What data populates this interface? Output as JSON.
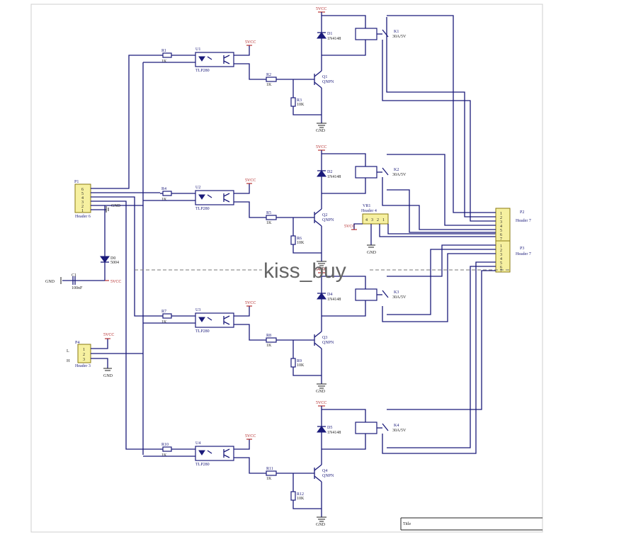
{
  "labels": {
    "supply": "5VCC",
    "ground": "GND",
    "watermark": "kiss_buy",
    "title_block": "Title"
  },
  "connectors": {
    "p1": {
      "ref": "P1",
      "name": "Header 6",
      "pins": [
        "6",
        "5",
        "4",
        "3",
        "2",
        "1"
      ]
    },
    "p2": {
      "ref": "P2",
      "name": "Header 7",
      "pins": [
        "1",
        "2",
        "3",
        "4",
        "5",
        "6",
        "7"
      ]
    },
    "p3": {
      "ref": "P3",
      "name": "Header 7",
      "pins": [
        "1",
        "2",
        "3",
        "4",
        "5",
        "6",
        "7"
      ]
    },
    "p4": {
      "ref": "P4",
      "name": "Header 3",
      "pins": [
        "1",
        "2",
        "3"
      ],
      "side_l": "L",
      "side_h": "H"
    },
    "vr1": {
      "ref": "VR1",
      "name": "Header 4",
      "pins": [
        "4",
        "3",
        "2",
        "1"
      ]
    }
  },
  "power_section": {
    "d0_ref": "D0",
    "d0_value": "5004",
    "c1_ref": "C1",
    "c1_value": "100nF"
  },
  "channels": [
    {
      "u": "U1",
      "opto": "TLP280",
      "r_in": "R1",
      "r_in_val": "1K",
      "r_b": "R2",
      "r_b_val": "1K",
      "r_pd": "R3",
      "r_pd_val": "10K",
      "q": "Q1",
      "q_type": "QNPN",
      "d": "D1",
      "d_type": "1N4148",
      "k": "K1",
      "k_val": "30A/5V"
    },
    {
      "u": "U2",
      "opto": "TLP280",
      "r_in": "R4",
      "r_in_val": "1K",
      "r_b": "R5",
      "r_b_val": "1K",
      "r_pd": "R6",
      "r_pd_val": "10K",
      "q": "Q2",
      "q_type": "QNPN",
      "d": "D2",
      "d_type": "1N4148",
      "k": "K2",
      "k_val": "30A/5V"
    },
    {
      "u": "U3",
      "opto": "TLP280",
      "r_in": "R7",
      "r_in_val": "1K",
      "r_b": "R8",
      "r_b_val": "1K",
      "r_pd": "R9",
      "r_pd_val": "10K",
      "q": "Q3",
      "q_type": "QNPN",
      "d": "D4",
      "d_type": "1N4148",
      "k": "K3",
      "k_val": "30A/5V"
    },
    {
      "u": "U4",
      "opto": "TLP280",
      "r_in": "R10",
      "r_in_val": "1K",
      "r_b": "R11",
      "r_b_val": "1K",
      "r_pd": "R12",
      "r_pd_val": "10K",
      "q": "Q4",
      "q_type": "QNPN",
      "d": "D5",
      "d_type": "1N4148",
      "k": "K4",
      "k_val": "30A/5V"
    }
  ]
}
